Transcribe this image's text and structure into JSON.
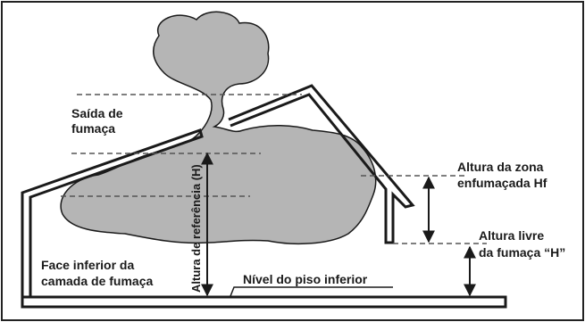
{
  "labels": {
    "smoke_outlet_line1": "Saída de",
    "smoke_outlet_line2": "fumaça",
    "smoke_zone_height_line1": "Altura da zona",
    "smoke_zone_height_line2": "enfumaçada Hf",
    "clear_height_line1": "Altura livre",
    "clear_height_line2": "da fumaça “H”",
    "layer_bottom_line1": "Face inferior da",
    "layer_bottom_line2": "camada de fumaça",
    "floor_level": "Nível do piso inferior",
    "reference_height": "Altura de referência (H)"
  },
  "colors": {
    "smoke_fill": "#b5b5b5",
    "line": "#1a1a1a",
    "dashed": "#555555"
  }
}
